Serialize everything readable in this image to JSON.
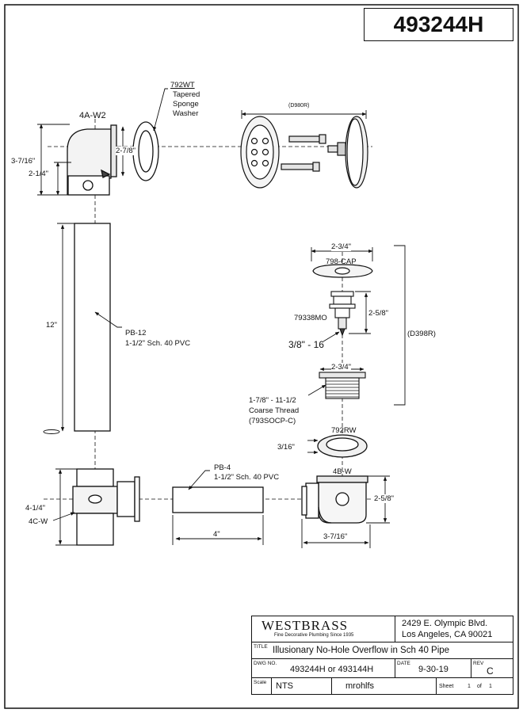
{
  "drawing_number": "493244H",
  "parts": {
    "washer": {
      "code": "792WT",
      "desc1": "Tapered",
      "desc2": "Sponge",
      "desc3": "Washer",
      "dim": "2-7/8\""
    },
    "elbow": {
      "code": "4A-W2",
      "dim_total": "3-7/16\"",
      "dim_lower": "2-1/4\""
    },
    "faceplate": {
      "code": "(D980R)"
    },
    "pipe": {
      "code": "PB-12",
      "desc": "1-1/2\" Sch. 40 PVC",
      "dim": "12\""
    },
    "cap": {
      "code": "798-CAP",
      "dim": "2-3/4\""
    },
    "mo": {
      "code": "79338MO",
      "dim": "2-5/8\"",
      "thread": "3/8\" - 16"
    },
    "group": {
      "code": "(D398R)"
    },
    "coupling": {
      "dim": "2-3/4\"",
      "thread1": "1-7/8\" - 11-1/2",
      "thread2": "Coarse Thread",
      "code": "(793SOCP-C)"
    },
    "rubber_washer": {
      "code": "792RW",
      "dim": "3/16\""
    },
    "tee": {
      "code": "4C-W",
      "dim": "4-1/4\""
    },
    "short_pipe": {
      "code": "PB-4",
      "desc": "1-1/2\" Sch. 40 PVC",
      "dim": "4\""
    },
    "shoe": {
      "code": "4B-W",
      "dim_h": "2-5/8\"",
      "dim_w": "3-7/16\""
    }
  },
  "title_block": {
    "brand": "WESTBRASS",
    "tagline": "Fine Decorative Plumbing Since 1935",
    "address1": "2429 E. Olympic Blvd.",
    "address2": "Los Angeles, CA 90021",
    "title_label": "TITLE",
    "title": "Illusionary No-Hole Overflow in Sch 40 Pipe",
    "dwg_label": "DWG NO.",
    "dwg_no": "493244H or 493144H",
    "date_label": "DATE",
    "date": "9-30-19",
    "rev_label": "REV",
    "rev": "C",
    "scale_label": "Scale",
    "scale": "NTS",
    "drawn_by": "mrohlfs",
    "sheet_label": "Sheet",
    "sheet": "1",
    "of_label": "of",
    "sheets": "1"
  }
}
